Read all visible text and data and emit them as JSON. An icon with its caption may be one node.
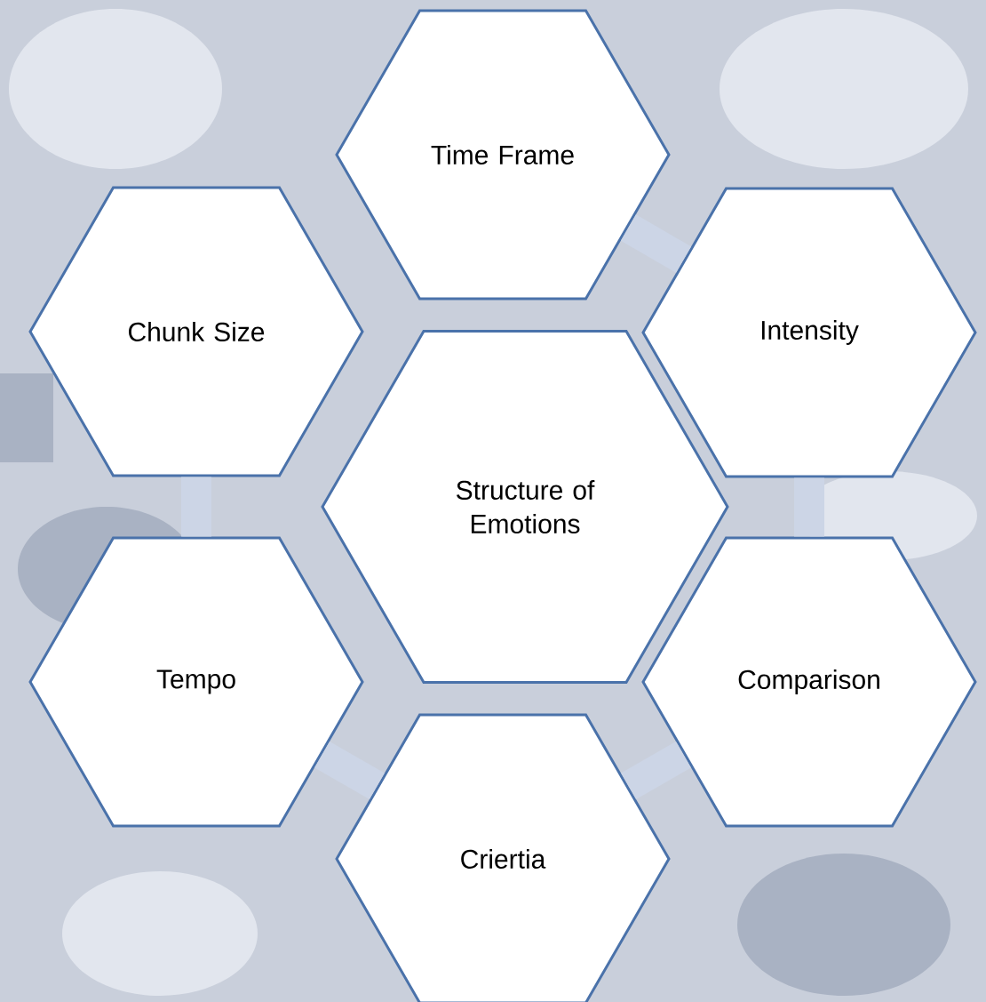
{
  "diagram": {
    "nodes": [
      {
        "text": [
          "Time Frame"
        ]
      },
      {
        "text": [
          "Chunk Size"
        ]
      },
      {
        "text": [
          "Intensity"
        ]
      },
      {
        "text": [
          "Structure of Emotions"
        ]
      },
      {
        "text": [
          "Tempo"
        ]
      },
      {
        "text": [
          "Comparison"
        ]
      },
      {
        "text": [
          "Criertia"
        ]
      }
    ],
    "edges": [
      {
        "from": 0,
        "to": 2,
        "arrow": "none"
      },
      {
        "from": 2,
        "to": 5,
        "arrow": "none"
      },
      {
        "from": 5,
        "to": 6,
        "arrow": "none"
      },
      {
        "from": 6,
        "to": 4,
        "arrow": "none"
      },
      {
        "from": 4,
        "to": 1,
        "arrow": "none"
      }
    ]
  }
}
